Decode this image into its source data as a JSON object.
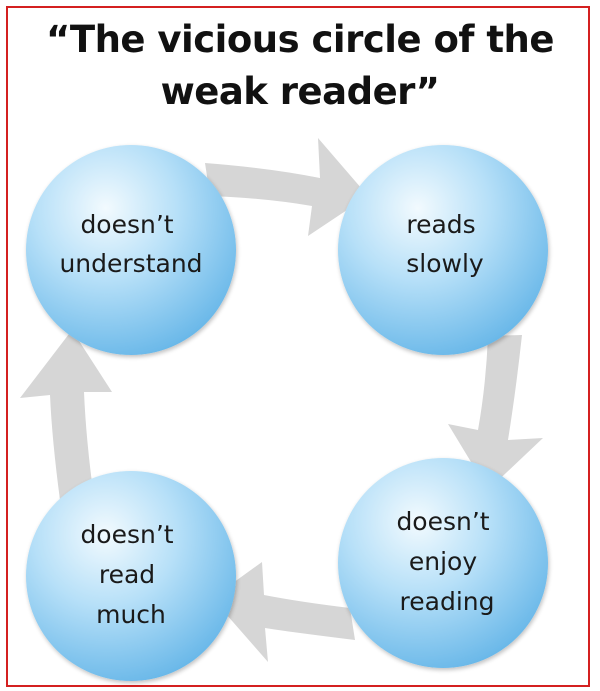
{
  "title": {
    "line1": "“The vicious circle of the",
    "line2": "weak reader”"
  },
  "colors": {
    "border": "#d42020",
    "arrow": "#d6d6d6",
    "circle_light": "#eaf6fe",
    "circle_mid": "#a9d9f6",
    "circle_dark": "#6fbbea",
    "text": "#1a1a1a"
  },
  "nodes": [
    {
      "id": "top-left",
      "lines": [
        "doesn’t",
        "understand"
      ]
    },
    {
      "id": "top-right",
      "lines": [
        "reads",
        "slowly"
      ]
    },
    {
      "id": "bottom-right",
      "lines": [
        "doesn’t",
        "enjoy",
        "reading"
      ]
    },
    {
      "id": "bottom-left",
      "lines": [
        "doesn’t",
        "read",
        "much"
      ]
    }
  ],
  "arrows": [
    {
      "from": "top-left",
      "to": "top-right",
      "icon": "arrow-right-icon"
    },
    {
      "from": "top-right",
      "to": "bottom-right",
      "icon": "arrow-down-icon"
    },
    {
      "from": "bottom-right",
      "to": "bottom-left",
      "icon": "arrow-left-icon"
    },
    {
      "from": "bottom-left",
      "to": "top-left",
      "icon": "arrow-up-icon"
    }
  ]
}
